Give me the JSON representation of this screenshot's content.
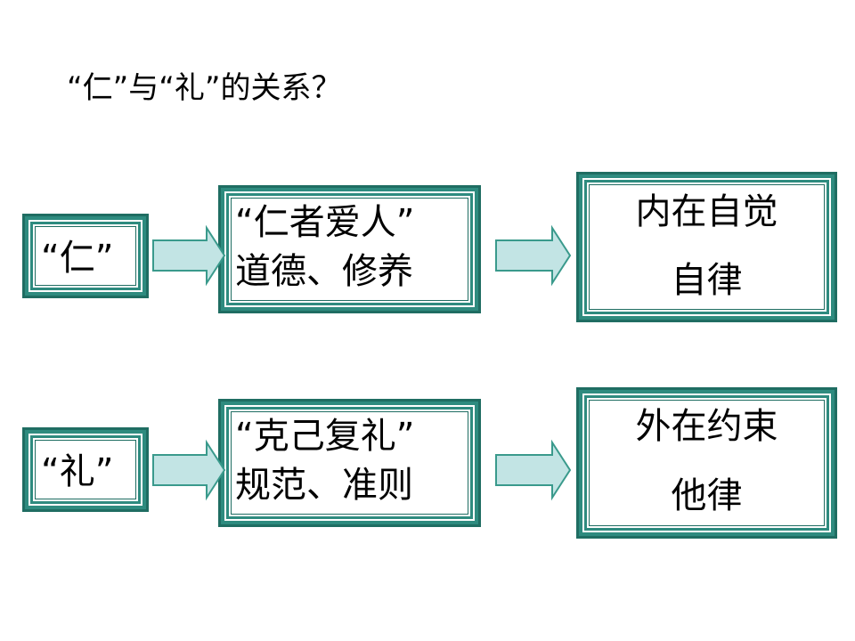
{
  "title": "“仁”与“礼”的关系？",
  "rows": [
    {
      "concept": "“仁”",
      "meaning": [
        "“仁者爱人”",
        "道德、修养"
      ],
      "result": [
        "内在自觉",
        "自律"
      ]
    },
    {
      "concept": "“礼”",
      "meaning": [
        "“克己复礼”",
        "规范、准则"
      ],
      "result": [
        "外在约束",
        "他律"
      ]
    }
  ],
  "colors": {
    "frame": "#2e8b7f",
    "frame_dark": "#1f6d62",
    "arrow_fill": "#c2e4e4",
    "arrow_stroke": "#3a9a8c"
  }
}
